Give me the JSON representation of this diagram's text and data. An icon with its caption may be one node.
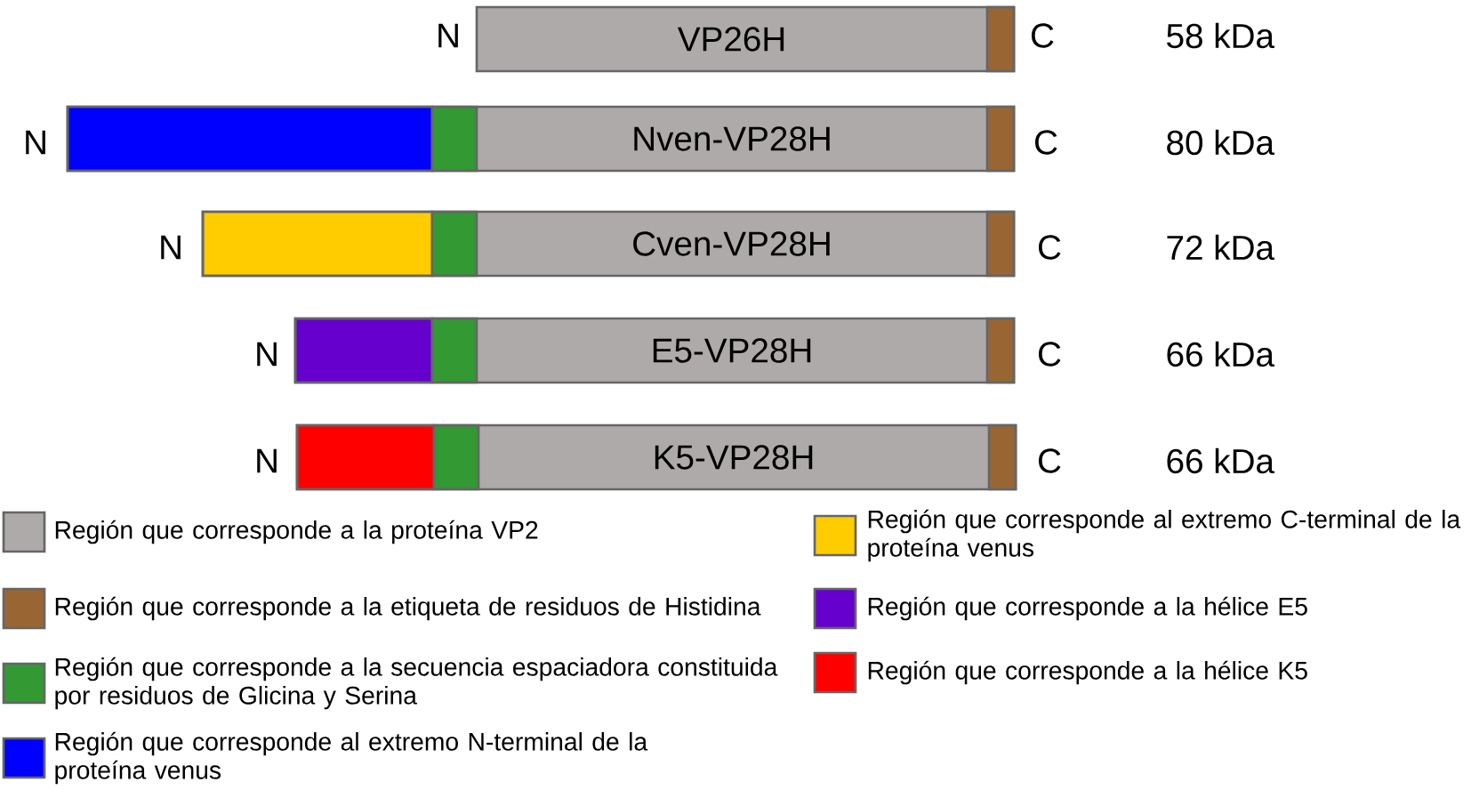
{
  "diagram": {
    "nodes": [
      {
        "text": [
          "VP26H"
        ],
        "beside": [
          "N",
          "C",
          "58 kDa"
        ]
      },
      {
        "text": [
          "Nven-VP28H"
        ],
        "beside": [
          "N",
          "C",
          "80 kDa"
        ]
      },
      {
        "text": [
          "Cven-VP28H"
        ],
        "beside": [
          "N",
          "C",
          "72 kDa"
        ]
      },
      {
        "text": [
          "E5-VP28H"
        ],
        "beside": [
          "N",
          "C",
          "66 kDa"
        ]
      },
      {
        "text": [
          "K5-VP28H"
        ],
        "beside": [
          "N",
          "C",
          "66 kDa"
        ]
      }
    ],
    "legend": [
      {
        "text": "Región que corresponde a la proteína VP2",
        "color": "#aeaaaa"
      },
      {
        "text": "Región que corresponde a la etiqueta de residuos de Histidina",
        "color": "#996633"
      },
      {
        "text": "Región que corresponde a la secuencia espaciadora constituida por residuos de Glicina y Serina",
        "color": "#339933"
      },
      {
        "text": "Región que corresponde al extremo N-terminal de la proteína venus",
        "color": "#0000ff"
      },
      {
        "text": "Región que corresponde al extremo C-terminal de la proteína venus",
        "color": "#ffcc00"
      },
      {
        "text": "Región que corresponde a la hélice E5",
        "color": "#6600cc"
      },
      {
        "text": "Región que corresponde a la hélice K5",
        "color": "#ff0000"
      }
    ]
  }
}
